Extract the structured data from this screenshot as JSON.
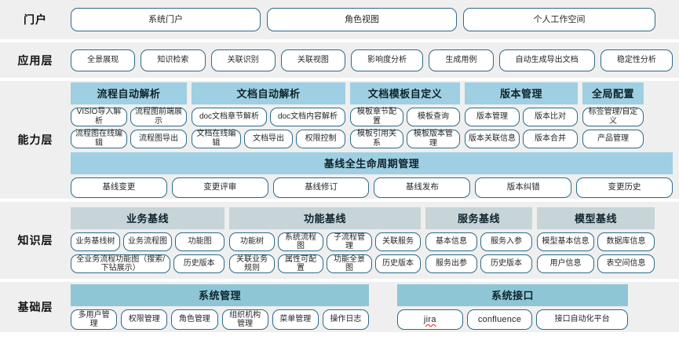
{
  "layers": [
    {
      "id": "portal",
      "label": "门户",
      "items": [
        {
          "label": "系统门户"
        },
        {
          "label": "角色视图"
        },
        {
          "label": "个人工作空间"
        }
      ]
    },
    {
      "id": "application",
      "label": "应用层",
      "items": [
        {
          "label": "全景展现"
        },
        {
          "label": "知识检索"
        },
        {
          "label": "关联识别"
        },
        {
          "label": "关联视图"
        },
        {
          "label": "影响度分析"
        },
        {
          "label": "生成用例"
        },
        {
          "label": "自动生成导出文档"
        },
        {
          "label": "稳定性分析"
        }
      ]
    },
    {
      "id": "capability",
      "label": "能力层",
      "groups": [
        {
          "title": "流程自动解析",
          "rows": [
            [
              "VISIO导入解析",
              "流程图前端展示"
            ],
            [
              "流程图在线编辑",
              "流程图导出"
            ]
          ]
        },
        {
          "title": "文档自动解析",
          "rows": [
            [
              "doc文档章节解析",
              "doc文档内容解析"
            ],
            [
              "文档在线编辑",
              "文档导出",
              "权限控制"
            ]
          ]
        },
        {
          "title": "文档模板自定义",
          "rows": [
            [
              "模板章节配置",
              "模板查询"
            ],
            [
              "模板引用关系",
              "模板版本管理"
            ]
          ]
        },
        {
          "title": "版本管理",
          "rows": [
            [
              "版本管理",
              "版本比对"
            ],
            [
              "版本关联信息",
              "版本合并"
            ]
          ]
        },
        {
          "title": "全局配置",
          "rows": [
            [
              "标签管理/自定义"
            ],
            [
              "产品管理"
            ]
          ]
        }
      ],
      "lifecycle": {
        "title": "基线全生命周期管理",
        "items": [
          "基线变更",
          "变更评审",
          "基线修订",
          "基线发布",
          "版本纠错",
          "变更历史"
        ]
      }
    },
    {
      "id": "knowledge",
      "label": "知识层",
      "groups": [
        {
          "title": "业务基线",
          "rows": [
            [
              "业务基线树",
              "业务流程图",
              "功能图"
            ],
            [
              "全业务流程功能图（搜索/下钻展示）",
              "历史版本"
            ]
          ]
        },
        {
          "title": "功能基线",
          "rows": [
            [
              "功能树",
              "系统流程图",
              "子流程管理",
              "关联服务"
            ],
            [
              "关联业务规则",
              "属性可配置",
              "功能全景图",
              "历史版本"
            ]
          ]
        },
        {
          "title": "服务基线",
          "rows": [
            [
              "基本信息",
              "服务入参"
            ],
            [
              "服务出参",
              "历史版本"
            ]
          ]
        },
        {
          "title": "模型基线",
          "rows": [
            [
              "模型基本信息",
              "数据库信息"
            ],
            [
              "用户信息",
              "表空间信息"
            ]
          ]
        }
      ]
    },
    {
      "id": "foundation",
      "label": "基础层",
      "groups": [
        {
          "title": "系统管理",
          "rows": [
            [
              "多用户管理",
              "权限管理",
              "角色管理",
              "组织机构管理",
              "菜单管理",
              "操作日志"
            ]
          ]
        },
        {
          "title": "系统接口",
          "rows": [
            [
              "jira",
              "confluence",
              "接口自动化平台"
            ]
          ]
        }
      ]
    }
  ],
  "colors": {
    "band_background": "#efefef",
    "pill_border": "#2e6b87",
    "capability_header": "#9fcfe2",
    "knowledge_header": "#c7d4d8",
    "foundation_header": "#8fc6d6",
    "page_background": "#ffffff"
  }
}
